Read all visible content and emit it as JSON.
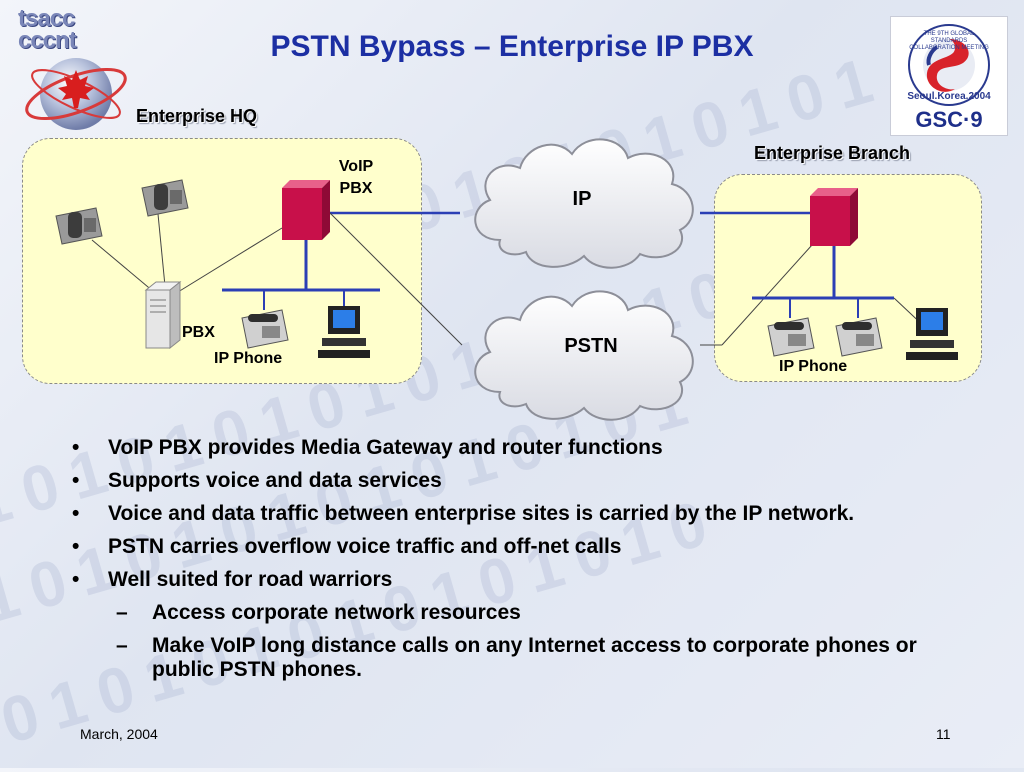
{
  "slide": {
    "title": "PSTN Bypass – Enterprise IP PBX",
    "footer_date": "March, 2004",
    "page_number": "11"
  },
  "logo_left": {
    "line1": "tsacc",
    "line2": "cccnt"
  },
  "logo_right": {
    "ring_text": "THE 9TH GLOBAL STANDARDS COLLABORATION MEETING",
    "city": "Seoul.Korea.2004",
    "mark": "GSC·9"
  },
  "diagram": {
    "hq_label": "Enterprise HQ",
    "branch_label": "Enterprise Branch",
    "voip_pbx_label_line1": "VoIP",
    "voip_pbx_label_line2": "PBX",
    "pbx_label": "PBX",
    "hq_ip_phone_label": "IP Phone",
    "branch_ip_phone_label": "IP Phone",
    "ip_cloud_label": "IP",
    "pstn_cloud_label": "PSTN"
  },
  "bullets": [
    "VoIP PBX provides Media Gateway and router functions",
    "Supports voice and data services",
    "Voice and data traffic between enterprise sites is carried by the IP network.",
    "PSTN carries overflow voice traffic and off-net calls",
    "Well suited for road warriors"
  ],
  "sub_bullets": [
    "Access corporate network resources",
    "Make VoIP long distance calls on any Internet access to corporate phones or public PSTN phones."
  ],
  "markers": {
    "bullet": "•",
    "dash": "–"
  },
  "colors": {
    "title": "#1c2fa3",
    "site_box": "#ffffcc",
    "pbx_box": "#c8104a",
    "lan_bus": "#2b3fb5"
  }
}
